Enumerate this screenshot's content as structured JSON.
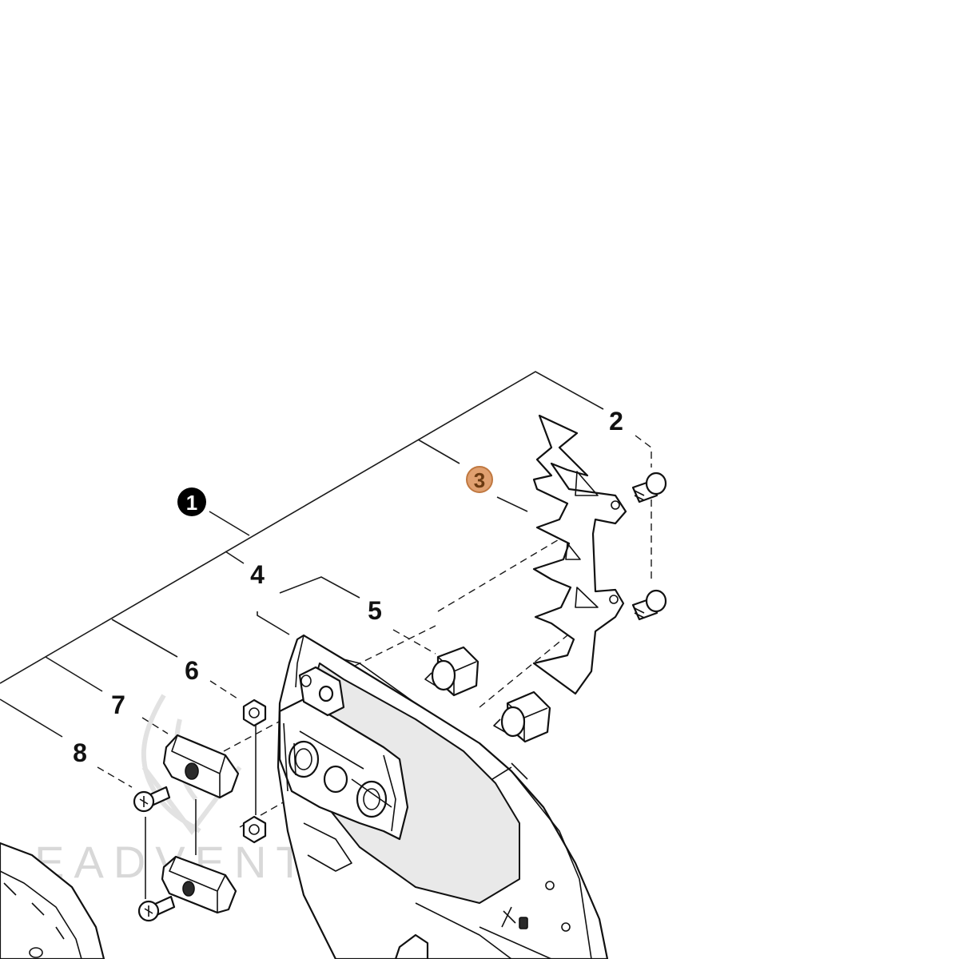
{
  "diagram": {
    "callouts": [
      {
        "id": "1",
        "label": "1",
        "style": "filled-black"
      },
      {
        "id": "2",
        "label": "2",
        "style": "plain"
      },
      {
        "id": "3",
        "label": "3",
        "style": "highlighted"
      },
      {
        "id": "4",
        "label": "4",
        "style": "plain"
      },
      {
        "id": "5",
        "label": "5",
        "style": "plain"
      },
      {
        "id": "6",
        "label": "6",
        "style": "plain"
      },
      {
        "id": "7",
        "label": "7",
        "style": "plain"
      },
      {
        "id": "8",
        "label": "8",
        "style": "plain"
      }
    ],
    "watermark": "LEADVENTURE",
    "colors": {
      "line": "#111111",
      "badge_filled": "#000000",
      "badge_highlight_fill": "#e0a070",
      "badge_highlight_stroke": "#c07840",
      "badge_highlight_text": "#6b3a10",
      "watermark": "#d8d8d8"
    }
  }
}
